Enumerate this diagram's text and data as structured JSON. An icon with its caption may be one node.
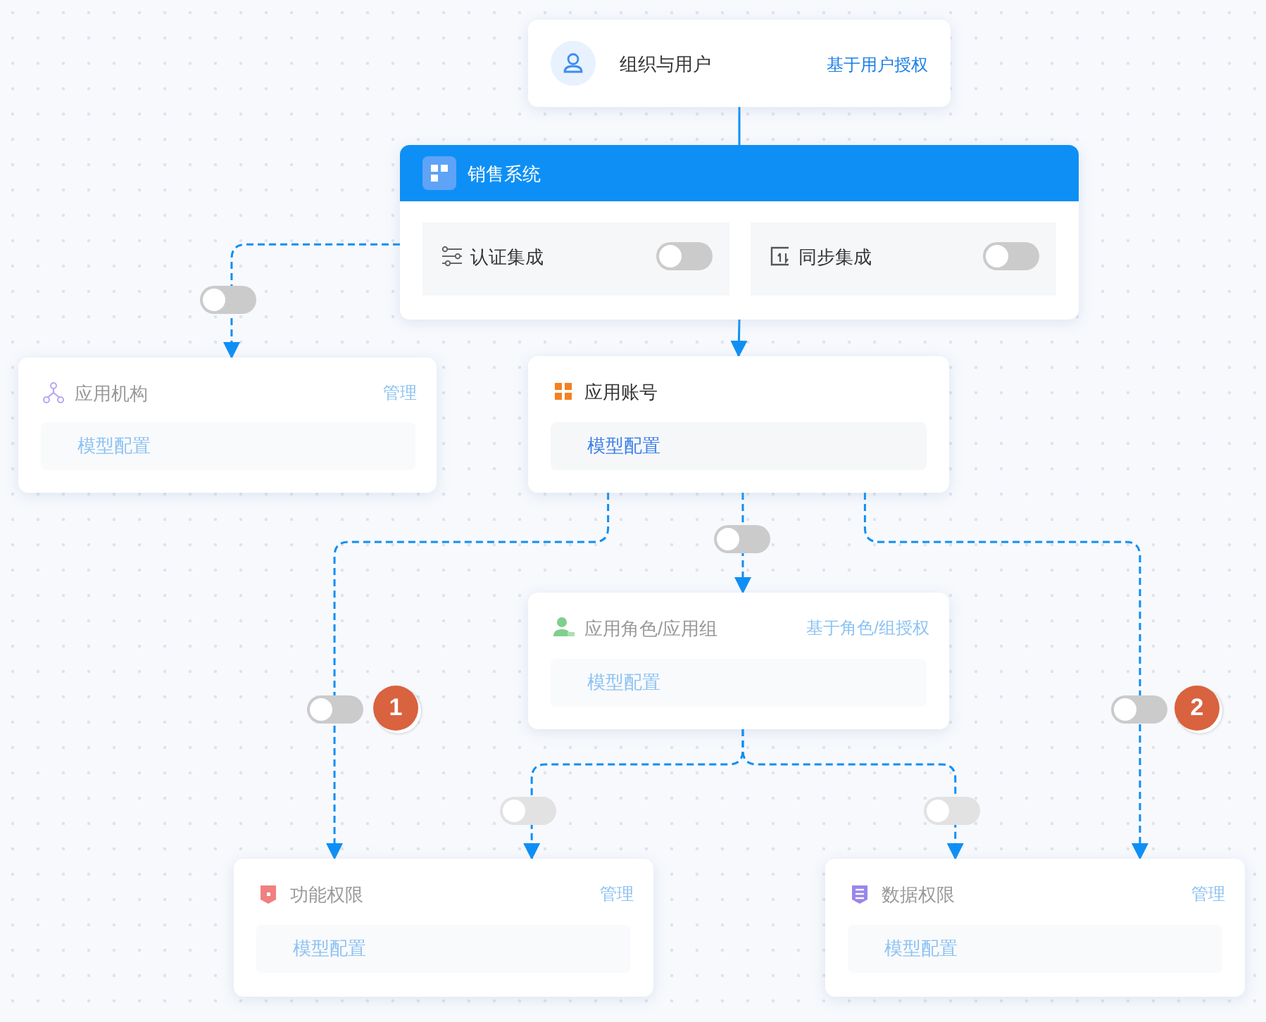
{
  "diagram": {
    "nodes": [
      {
        "text": [
          "组织与用户",
          "基于用户授权"
        ]
      },
      {
        "text": [
          "销售系统"
        ]
      },
      {
        "text": [
          "认证集成"
        ],
        "in": 1
      },
      {
        "text": [
          "同步集成"
        ],
        "in": 1
      },
      {
        "text": [
          "应用机构",
          "管理"
        ]
      },
      {
        "text": [
          "模型配置"
        ],
        "in": 4
      },
      {
        "text": [
          "应用账号"
        ]
      },
      {
        "text": [
          "模型配置"
        ],
        "in": 6
      },
      {
        "text": [
          "应用角色/应用组",
          "基于角色/组授权"
        ]
      },
      {
        "text": [
          "模型配置"
        ],
        "in": 8
      },
      {
        "text": [
          "功能权限",
          "管理"
        ]
      },
      {
        "text": [
          "模型配置"
        ],
        "in": 10
      },
      {
        "text": [
          "数据权限",
          "管理"
        ]
      },
      {
        "text": [
          "模型配置"
        ],
        "in": 12
      }
    ],
    "edges": [
      {
        "from": 0,
        "to": 1,
        "arrow": "none"
      },
      {
        "from": 1,
        "to": 4,
        "arrow": "to",
        "style": "dashed"
      },
      {
        "from": 1,
        "to": 6,
        "arrow": "to"
      },
      {
        "from": 6,
        "to": 10,
        "arrow": "to",
        "style": "dashed"
      },
      {
        "from": 6,
        "to": 8,
        "arrow": "to",
        "style": "dashed"
      },
      {
        "from": 6,
        "to": 12,
        "arrow": "to",
        "style": "dashed"
      },
      {
        "from": 8,
        "to": 10,
        "arrow": "to",
        "style": "dashed"
      },
      {
        "from": 8,
        "to": 12,
        "arrow": "to",
        "style": "dashed"
      }
    ],
    "labels": [
      "1",
      "2"
    ]
  }
}
